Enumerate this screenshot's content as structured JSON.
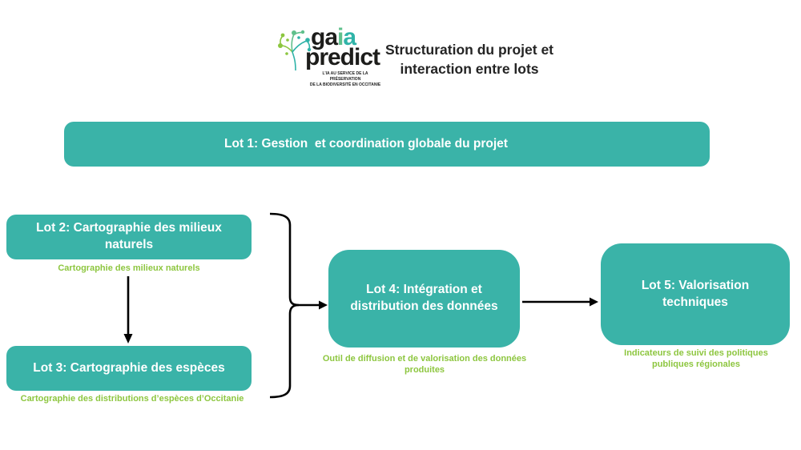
{
  "header": {
    "logo": {
      "brand_black": "ga",
      "brand_accent_i": "i",
      "brand_accent_a": "a",
      "brand_line2": "predict",
      "tagline_line1": "L’IA AU SERVICE DE LA PRÉSERVATION",
      "tagline_line2": "DE LA BIODIVERSITÉ EN OCCITANIE"
    },
    "title_line1": "Structuration du projet et",
    "title_line2": "interaction entre lots"
  },
  "diagram": {
    "lot1": {
      "label": "Lot 1: Gestion  et coordination globale du projet"
    },
    "lot2": {
      "label": "Lot 2: Cartographie des milieux naturels",
      "caption": "Cartographie des milieux naturels"
    },
    "lot3": {
      "label": "Lot 3: Cartographie des espèces",
      "caption": "Cartographie des distributions d’espèces d’Occitanie"
    },
    "lot4": {
      "label": "Lot 4: Intégration et distribution des données",
      "caption": "Outil de diffusion et de valorisation des données produites"
    },
    "lot5": {
      "label": "Lot 5: Valorisation techniques",
      "caption": "Indicateurs de suivi des politiques publiques régionales"
    }
  },
  "colors": {
    "box_teal": "#3ab3a8",
    "caption_green": "#8dc63f",
    "title_dark": "#242424",
    "arrow_black": "#000000",
    "logo_green": "#8cc63f",
    "logo_teal": "#2fb3a8"
  }
}
